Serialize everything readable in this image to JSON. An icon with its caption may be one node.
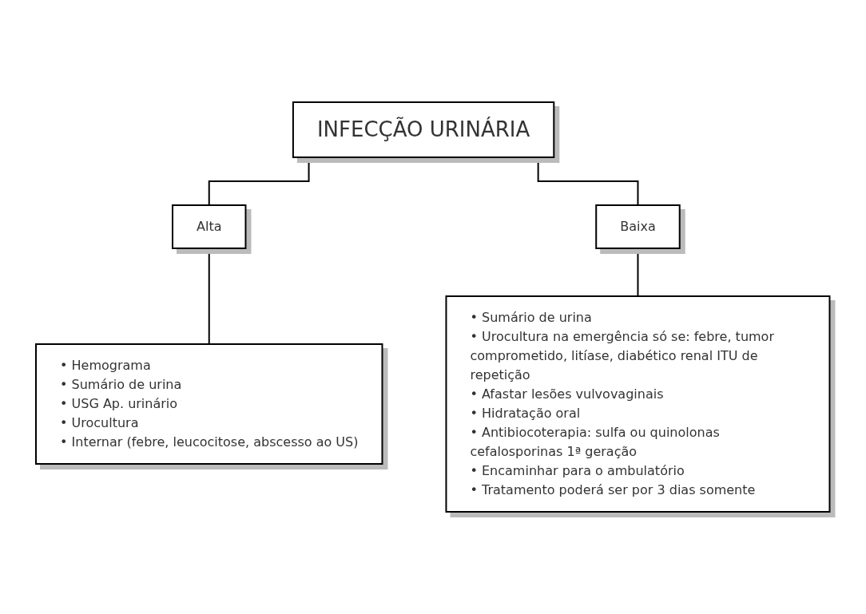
{
  "diagram": {
    "nodes": [
      {
        "text": [
          "INFECÇÃO URINÁRIA"
        ]
      },
      {
        "text": [
          "Alta"
        ]
      },
      {
        "text": [
          "Baixa"
        ]
      },
      {
        "text": [
          "• Hemograma",
          "• Sumário de urina",
          "• USG Ap. urinário",
          "• Urocultura",
          "• Internar (febre, leucocitose, abscesso ao US)"
        ]
      },
      {
        "text": [
          "• Sumário de urina",
          "• Urocultura na emergência só se: febre, tumor comprometido, litíase, diabético renal ITU de repetição",
          "• Afastar lesões vulvovaginais",
          "• Hidratação oral",
          "• Antibiocoterapia: sulfa ou quinolonas cefalosporinas 1ª geração",
          "• Encaminhar para o ambulatório",
          "• Tratamento poderá ser por 3 dias somente"
        ]
      }
    ],
    "edges": [
      {
        "from": 0,
        "to": 1,
        "arrow": "none"
      },
      {
        "from": 0,
        "to": 2,
        "arrow": "none"
      },
      {
        "from": 1,
        "to": 3,
        "arrow": "none"
      },
      {
        "from": 2,
        "to": 4,
        "arrow": "none"
      }
    ]
  }
}
